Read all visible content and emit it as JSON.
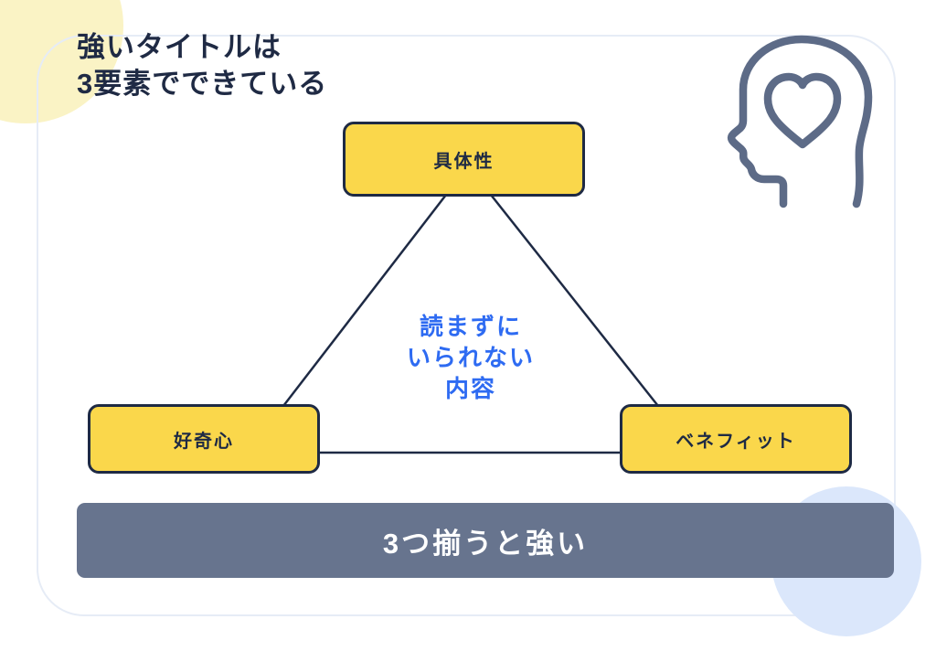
{
  "title": {
    "line1": "強いタイトルは",
    "line2": "3要素でできている"
  },
  "nodes": {
    "top": {
      "label": "具体性"
    },
    "left": {
      "label": "好奇心"
    },
    "right": {
      "label": "ベネフィット"
    }
  },
  "center_text": {
    "line1": "読まずに",
    "line2": "いられない",
    "line3": "内容"
  },
  "bottom_bar": {
    "label": "3つ揃うと強い"
  },
  "icons": {
    "head_heart": "head-heart-icon"
  },
  "colors": {
    "node_fill": "#FAD74B",
    "node_border": "#1E2A44",
    "triangle_line": "#1E2A44",
    "title_text": "#1F2A44",
    "center_text": "#2E6BF2",
    "bar_background": "#67748E",
    "bar_text": "#FFFFFF",
    "icon_stroke": "#5D6B87",
    "yellow_blob": "#FAF3C5",
    "blue_blob": "#DBE7FB",
    "card_border": "#E6ECF6"
  }
}
